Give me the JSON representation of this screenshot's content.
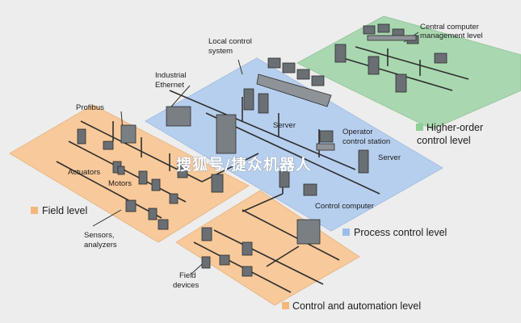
{
  "labels": {
    "central": [
      "Central computer",
      "management level"
    ],
    "local_control": [
      "Local control",
      "system"
    ],
    "industrial_ethernet": [
      "Industrial",
      "Ethernet"
    ],
    "profibus": "Profibus",
    "actuators": "Actuators",
    "motors": "Motors",
    "server_top": "Server",
    "server_right": "Server",
    "operator": [
      "Operator",
      "control station"
    ],
    "control_computer": "Control computer",
    "sensors": [
      "Sensors,",
      "analyzers"
    ],
    "field_devices": [
      "Field",
      "devices"
    ]
  },
  "levels": {
    "higher_order": [
      "Higher-order",
      "control level"
    ],
    "field": "Field level",
    "process": "Process control level",
    "control_automation": "Control and automation level"
  },
  "watermark": "搜狐号/捷众机器人",
  "colors": {
    "green_platform": "#a9d8b0",
    "blue_platform": "#b7cfee",
    "orange_platform": "#f8c99a",
    "green_marker": "#8fcf98",
    "blue_marker": "#9dbde8",
    "orange_marker": "#f4b77a"
  }
}
